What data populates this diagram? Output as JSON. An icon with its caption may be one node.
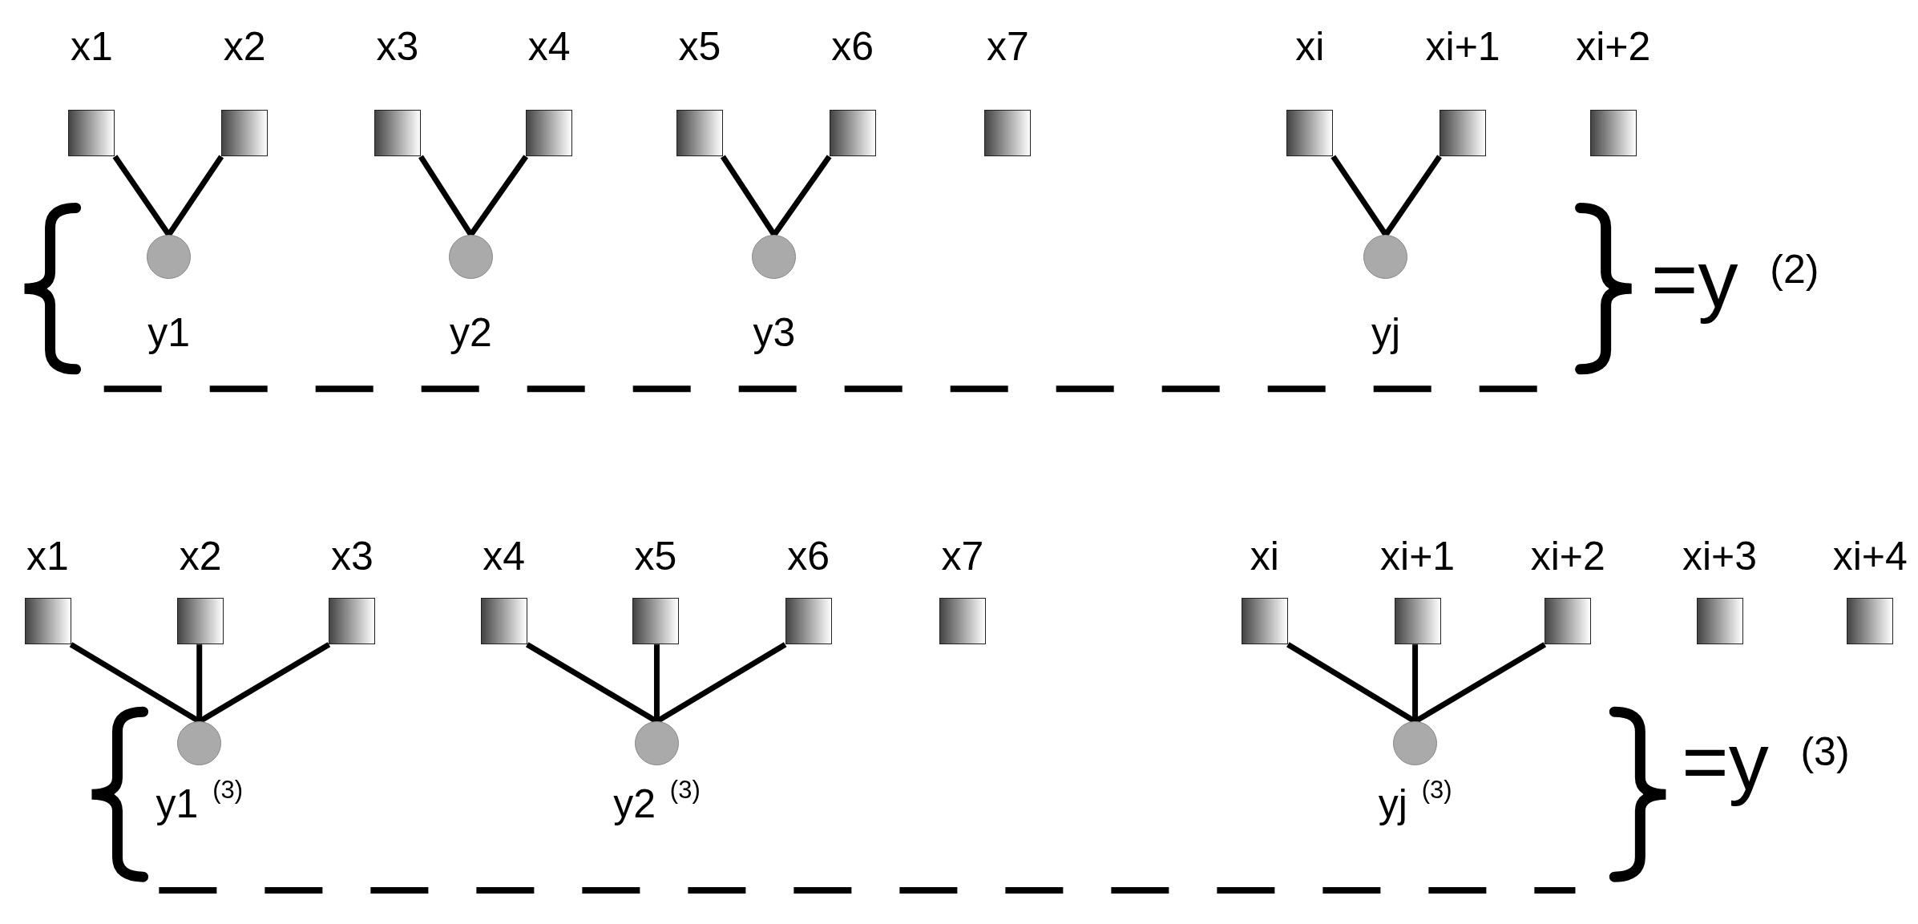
{
  "diagram": {
    "nodes": [
      {
        "text": [
          "x1"
        ]
      },
      {
        "text": [
          "x2"
        ]
      },
      {
        "text": [
          "x3"
        ]
      },
      {
        "text": [
          "x4"
        ]
      },
      {
        "text": [
          "x5"
        ]
      },
      {
        "text": [
          "x6"
        ]
      },
      {
        "text": [
          "x7"
        ]
      },
      {
        "text": [
          "xi"
        ]
      },
      {
        "text": [
          "xi+1"
        ]
      },
      {
        "text": [
          "xi+2"
        ]
      },
      {
        "text": [
          "y1"
        ]
      },
      {
        "text": [
          "y2"
        ]
      },
      {
        "text": [
          "y3"
        ]
      },
      {
        "text": [
          "yj"
        ]
      },
      {
        "text": [
          "x1"
        ]
      },
      {
        "text": [
          "x2"
        ]
      },
      {
        "text": [
          "x3"
        ]
      },
      {
        "text": [
          "x4"
        ]
      },
      {
        "text": [
          "x5"
        ]
      },
      {
        "text": [
          "x6"
        ]
      },
      {
        "text": [
          "x7"
        ]
      },
      {
        "text": [
          "xi"
        ]
      },
      {
        "text": [
          "xi+1"
        ]
      },
      {
        "text": [
          "xi+2"
        ]
      },
      {
        "text": [
          "xi+3"
        ]
      },
      {
        "text": [
          "xi+4"
        ]
      },
      {
        "text": [
          "y1 $^{(3)}$"
        ]
      },
      {
        "text": [
          "y2 $^{(3)}$"
        ]
      },
      {
        "text": [
          "yj $^{(3)}$"
        ]
      }
    ],
    "edges": [
      {
        "from": 0,
        "to": 10,
        "arrow": "none"
      },
      {
        "from": 1,
        "to": 10,
        "arrow": "none"
      },
      {
        "from": 2,
        "to": 11,
        "arrow": "none"
      },
      {
        "from": 3,
        "to": 11,
        "arrow": "none"
      },
      {
        "from": 4,
        "to": 12,
        "arrow": "none"
      },
      {
        "from": 5,
        "to": 12,
        "arrow": "none"
      },
      {
        "from": 7,
        "to": 13,
        "arrow": "none"
      },
      {
        "from": 8,
        "to": 13,
        "arrow": "none"
      },
      {
        "from": 14,
        "to": 26,
        "arrow": "none"
      },
      {
        "from": 15,
        "to": 26,
        "arrow": "none"
      },
      {
        "from": 16,
        "to": 26,
        "arrow": "none"
      },
      {
        "from": 17,
        "to": 27,
        "arrow": "none"
      },
      {
        "from": 18,
        "to": 27,
        "arrow": "none"
      },
      {
        "from": 19,
        "to": 27,
        "arrow": "none"
      },
      {
        "from": 21,
        "to": 28,
        "arrow": "none"
      },
      {
        "from": 22,
        "to": 28,
        "arrow": "none"
      },
      {
        "from": 23,
        "to": 28,
        "arrow": "none"
      }
    ],
    "labels": [
      "=y $^{(2)}$",
      "=y $^{(3)}$"
    ]
  }
}
